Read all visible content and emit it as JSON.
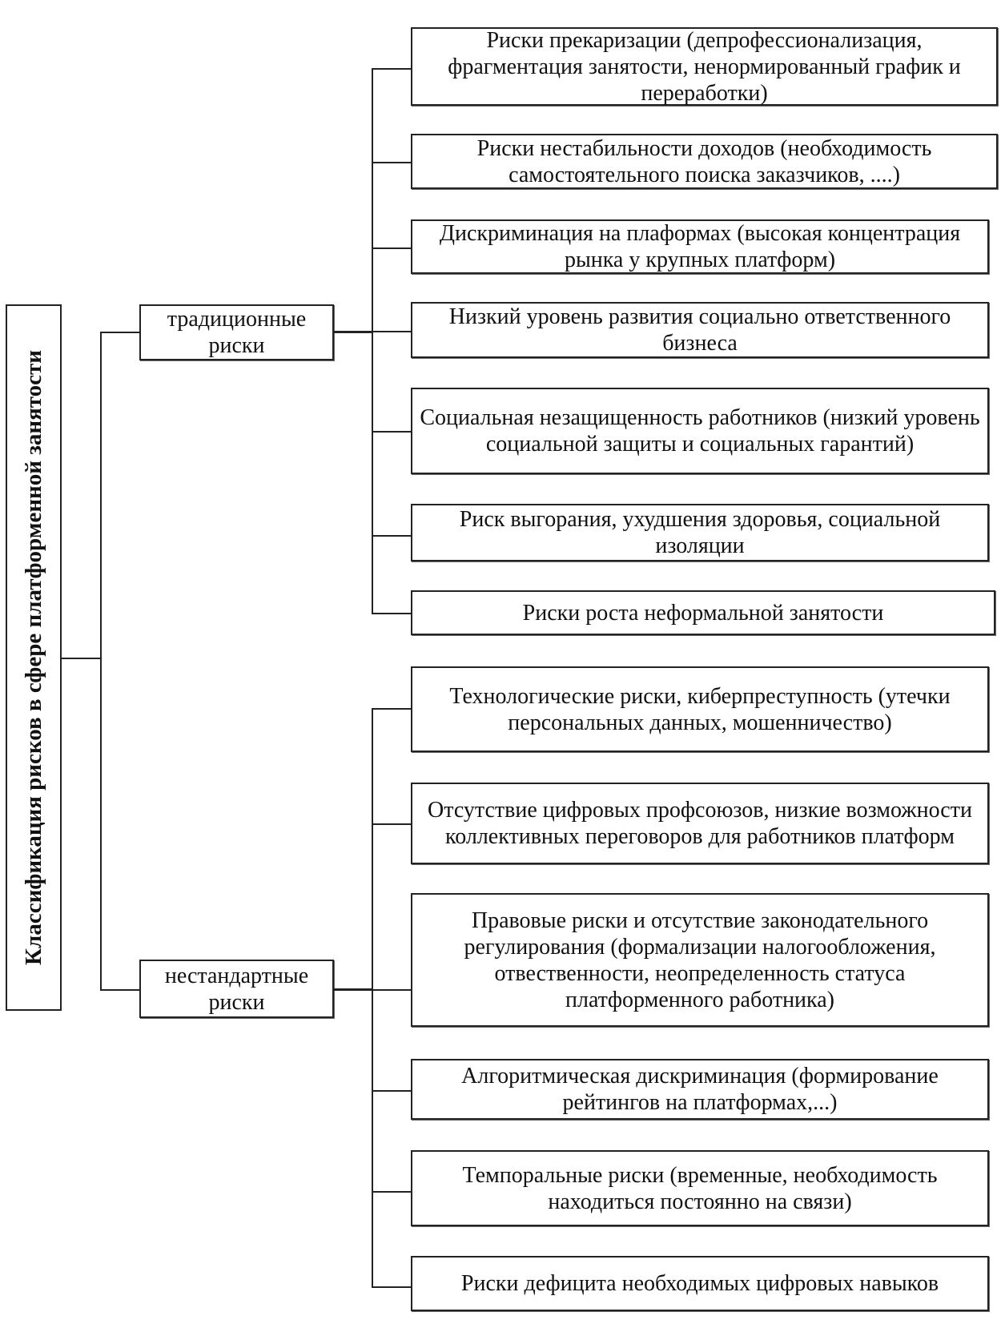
{
  "root": {
    "title": "Классификация рисков в сфере платформенной занятости"
  },
  "groups": [
    {
      "label": "традиционные риски"
    },
    {
      "label": "нестандартные риски"
    }
  ],
  "traditional_risks": [
    "Риски прекаризации (депрофессионализация, фрагментация занятости, ненормированный график и переработки)",
    "Риски нестабильности доходов (необходимость самостоятельного поиска заказчиков, ....)",
    "Дискриминация на плаформах (высокая концентрация рынка у крупных платформ)",
    "Низкий уровень развития социально ответственного бизнеса",
    "Социальная незащищенность работников (низкий уровень социальной защиты и социальных гарантий)",
    "Риск выгорания, ухудшения здоровья, социальной изоляции",
    "Риски роста неформальной занятости"
  ],
  "nonstandard_risks": [
    "Технологические риски, киберпреступность (утечки персональных данных, мошенничество)",
    "Отсутствие цифровых профсоюзов, низкие возможности коллективных переговоров для работников платформ",
    "Правовые риски и отсутствие законодательного регулирования (формализации налогообложения, отвественности, неопределенность статуса платформенного работника)",
    "Алгоритмическая дискриминация (формирование рейтингов на платформах,...)",
    "Темпоральные риски (временные, необходимость находиться постоянно на связи)",
    "Риски дефицита необходимых цифровых навыков"
  ]
}
